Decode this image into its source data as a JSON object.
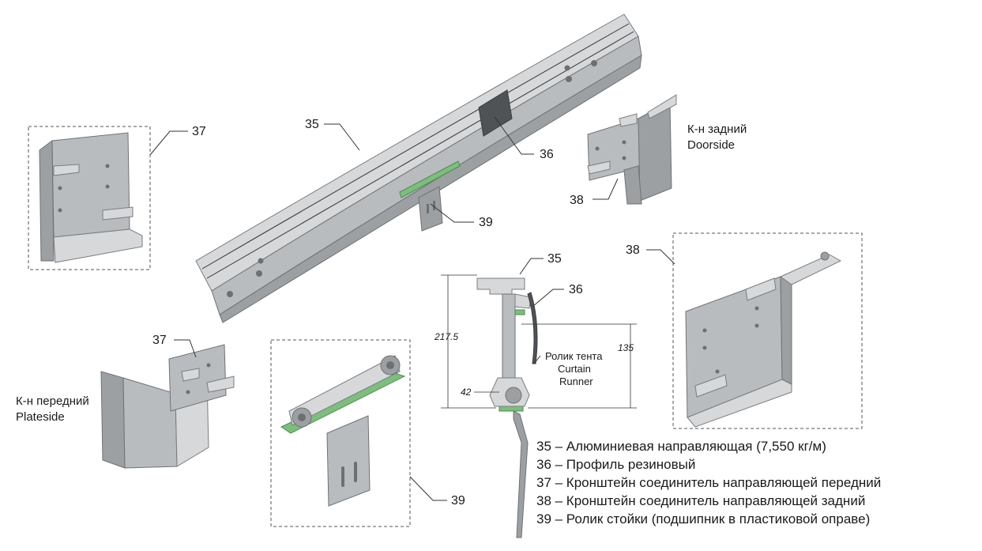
{
  "callouts": {
    "c35_top": "35",
    "c36_top": "36",
    "c39_top": "39",
    "c37_left": "37",
    "c38_right": "38",
    "c37_bottom": "37",
    "c39_bottom": "39",
    "c35_section": "35",
    "c36_section": "36",
    "c38_panel": "38"
  },
  "captions": {
    "rear_ru": "К-н задний",
    "rear_en": "Doorside",
    "front_ru": "К-н передний",
    "front_en": "Plateside",
    "runner_ru": "Ролик тента",
    "runner_en1": "Curtain",
    "runner_en2": "Runner"
  },
  "dimensions": {
    "height_total": "217.5",
    "height_partial": "135",
    "width_bottom": "42"
  },
  "legend": [
    "35 – Алюминиевая направляющая (7,550 кг/м)",
    "36 – Профиль резиновый",
    "37 – Кронштейн соединитель направляющей передний",
    "38 – Кронштейн соединитель направляющей задний",
    "39 – Ролик стойки (подшипник в пластиковой оправе)"
  ]
}
